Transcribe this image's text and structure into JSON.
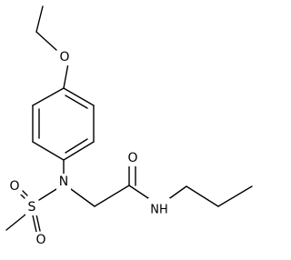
{
  "structure": {
    "atoms": {
      "ether_oxygen": "O",
      "sulfonamide_nitrogen": "N",
      "sulfur": "S",
      "sulfonyl_oxygen_upper": "O",
      "sulfonyl_oxygen_lower": "O",
      "carbonyl_oxygen": "O",
      "amide_nh": "NH"
    }
  }
}
